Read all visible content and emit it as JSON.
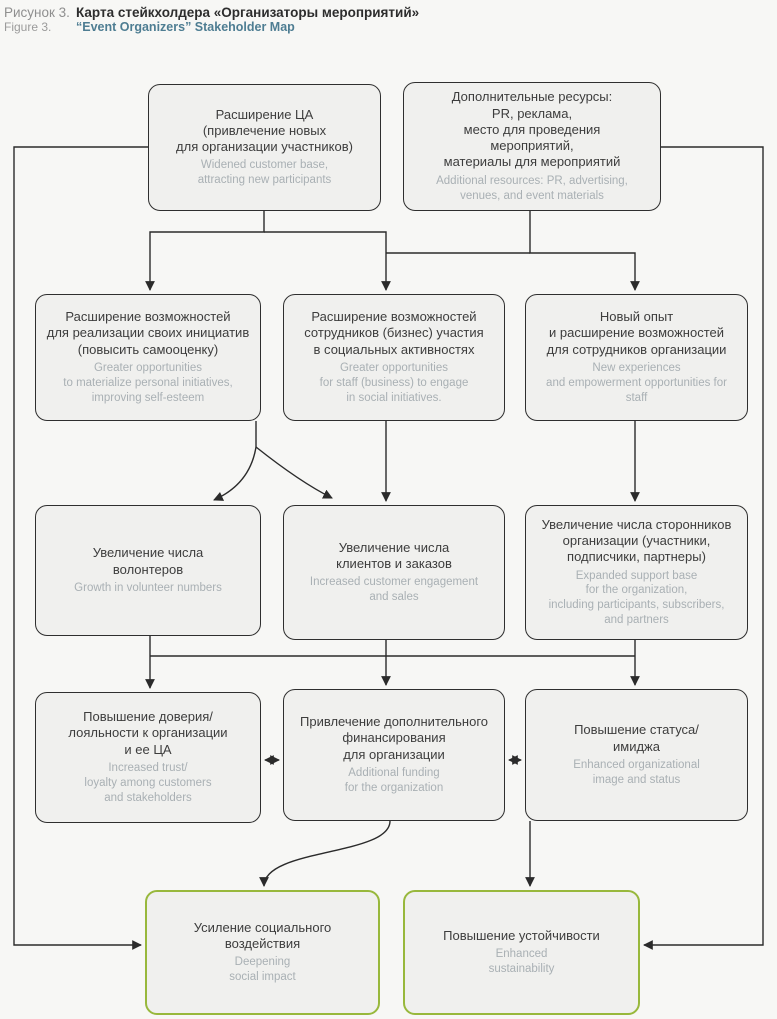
{
  "header": {
    "figure_label_ru": "Рисунок 3.",
    "title_ru": "Карта стейкхолдера «Организаторы мероприятий»",
    "figure_label_en": "Figure 3.",
    "title_en": "“Event Organizers” Stakeholder Map"
  },
  "colors": {
    "outcome_border_green": "#98b83c",
    "title_en_teal": "#4e7d92",
    "box_fill": "#f0f0ee",
    "box_border": "#2f2f2f",
    "ru_text": "#3d3d3d",
    "en_text": "#a9b0b4",
    "background": "#f7f7f5"
  },
  "nodes": [
    {
      "id": "widened-customer-base",
      "kind": "step",
      "ru": "Расширение ЦА\n(привлечение новых\nдля организации участников)",
      "en": "Widened customer base,\nattracting new participants"
    },
    {
      "id": "additional-resources",
      "kind": "step",
      "ru": "Дополнительные ресурсы:\nPR, реклама,\nместо для проведения\nмероприятий,\nматериалы для мероприятий",
      "en": "Additional resources: PR, advertising,\nvenues, and event materials"
    },
    {
      "id": "personal-initiatives",
      "kind": "step",
      "ru": "Расширение возможностей\nдля реализации своих инициатив\n(повысить самооценку)",
      "en": "Greater opportunities\nto materialize personal initiatives,\nimproving self-esteem"
    },
    {
      "id": "staff-engagement",
      "kind": "step",
      "ru": "Расширение возможностей\nсотрудников (бизнес) участия\nв социальных активностях",
      "en": "Greater opportunities\nfor staff (business) to engage\nin social initiatives."
    },
    {
      "id": "new-experiences",
      "kind": "step",
      "ru": "Новый опыт\nи расширение возможностей\nдля сотрудников организации",
      "en": "New experiences\nand empowerment opportunities for\nstaff"
    },
    {
      "id": "volunteer-growth",
      "kind": "step",
      "ru": "Увеличение числа\nволонтеров",
      "en": "Growth in volunteer numbers"
    },
    {
      "id": "customer-growth",
      "kind": "step",
      "ru": "Увеличение числа\nклиентов и заказов",
      "en": "Increased customer engagement\nand sales"
    },
    {
      "id": "supporter-growth",
      "kind": "step",
      "ru": "Увеличение числа сторонников\nорганизации (участники,\nподписчики, партнеры)",
      "en": "Expanded support base\nfor the organization,\nincluding participants, subscribers,\nand partners"
    },
    {
      "id": "trust-loyalty",
      "kind": "step",
      "ru": "Повышение доверия/\nлояльности к организации\nи ее ЦА",
      "en": "Increased trust/\nloyalty among customers\nand stakeholders"
    },
    {
      "id": "additional-funding",
      "kind": "step",
      "ru": "Привлечение дополнительного\nфинансирования\nдля организации",
      "en": "Additional funding\nfor the organization"
    },
    {
      "id": "status-image",
      "kind": "step",
      "ru": "Повышение статуса/\nимиджа",
      "en": "Enhanced organizational\nimage and status"
    },
    {
      "id": "social-impact",
      "kind": "outcome",
      "ru": "Усиление социального\nвоздействия",
      "en": "Deepening\nsocial impact"
    },
    {
      "id": "sustainability",
      "kind": "outcome",
      "ru": "Повышение устойчивости",
      "en": "Enhanced\nsustainability"
    }
  ],
  "edges": [
    {
      "from": "widened-customer-base",
      "to": "personal-initiatives",
      "style": "arrow"
    },
    {
      "from": "widened-customer-base",
      "to": "staff-engagement",
      "style": "arrow"
    },
    {
      "from": "additional-resources",
      "to": "staff-engagement",
      "style": "arrow"
    },
    {
      "from": "additional-resources",
      "to": "new-experiences",
      "style": "arrow"
    },
    {
      "from": "widened-customer-base",
      "to": "social-impact",
      "style": "arrow"
    },
    {
      "from": "additional-resources",
      "to": "sustainability",
      "style": "arrow"
    },
    {
      "from": "personal-initiatives",
      "to": "volunteer-growth",
      "style": "arrow"
    },
    {
      "from": "personal-initiatives",
      "to": "customer-growth",
      "style": "arrow"
    },
    {
      "from": "staff-engagement",
      "to": "customer-growth",
      "style": "arrow"
    },
    {
      "from": "new-experiences",
      "to": "supporter-growth",
      "style": "arrow"
    },
    {
      "from": "volunteer-growth",
      "to": "trust-loyalty",
      "style": "arrow"
    },
    {
      "from": "customer-growth",
      "to": "additional-funding",
      "style": "arrow"
    },
    {
      "from": "supporter-growth",
      "to": "status-image",
      "style": "arrow"
    },
    {
      "from": "trust-loyalty",
      "to": "additional-funding",
      "style": "double-arrow"
    },
    {
      "from": "additional-funding",
      "to": "status-image",
      "style": "double-arrow"
    },
    {
      "from": "additional-funding",
      "to": "social-impact",
      "style": "arrow"
    },
    {
      "from": "status-image",
      "to": "sustainability",
      "style": "arrow"
    }
  ]
}
